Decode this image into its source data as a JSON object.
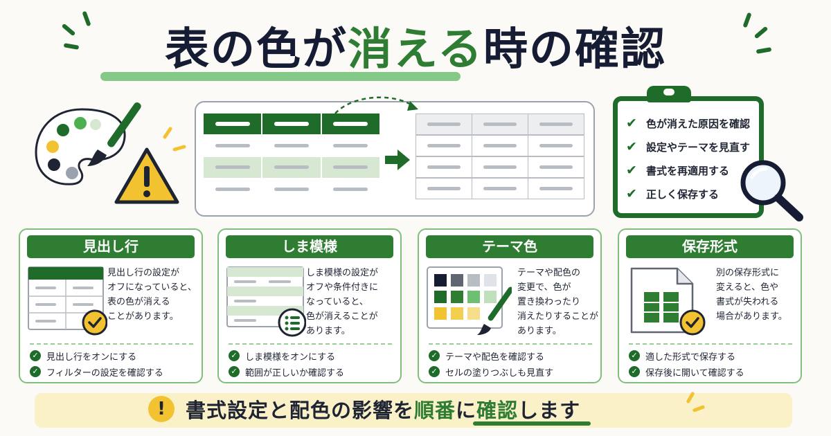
{
  "title": {
    "part1": "表の色が",
    "part2": "消える",
    "part3": "時の確認"
  },
  "checklist": [
    "色が消えた原因を確認",
    "設定やテーマを見直す",
    "書式を再適用する",
    "正しく保存する"
  ],
  "cards": [
    {
      "title": "見出し行",
      "desc": [
        "見出し行の設定が",
        "オフになっていると、",
        "表の色が消える",
        "ことがあります。"
      ],
      "items": [
        "見出し行をオンにする",
        "フィルターの設定を確認する"
      ]
    },
    {
      "title": "しま模様",
      "desc": [
        "しま模様の設定が",
        "オフや条件付きに",
        "なっていると、",
        "色が消えることが",
        "あります。"
      ],
      "items": [
        "しま模様をオンにする",
        "範囲が正しいか確認する"
      ]
    },
    {
      "title": "テーマ色",
      "desc": [
        "テーマや配色の",
        "変更で、色が",
        "置き換わったり",
        "消えたりすることが",
        "あります。"
      ],
      "items": [
        "テーマや配色を確認する",
        "セルの塗りつぶしも見直す"
      ]
    },
    {
      "title": "保存形式",
      "desc": [
        "別の保存形式に",
        "変えると、色や",
        "書式が失われる",
        "場合があります。"
      ],
      "items": [
        "適した形式で保存する",
        "保存後に開いて確認する"
      ]
    }
  ],
  "banner": {
    "part1": "書式設定と配色の影響を",
    "part2": "順番",
    "part3": "に",
    "part4": "確認",
    "part5": "します"
  },
  "colors": {
    "brand_green": "#2e7d32",
    "dark_green": "#1f6b2a",
    "light_green": "#d6e8d2",
    "warning_yellow": "#f2c230",
    "banner_bg": "#fbf1c9",
    "navy": "#161c33"
  },
  "icons": {
    "palette": "palette-icon",
    "brush": "paintbrush-icon",
    "warning": "warning-triangle-icon",
    "magnifier": "magnifier-icon",
    "check": "check-icon",
    "arrow": "arrow-right-icon",
    "file": "document-icon",
    "list": "list-icon",
    "exclamation": "exclamation-icon"
  }
}
